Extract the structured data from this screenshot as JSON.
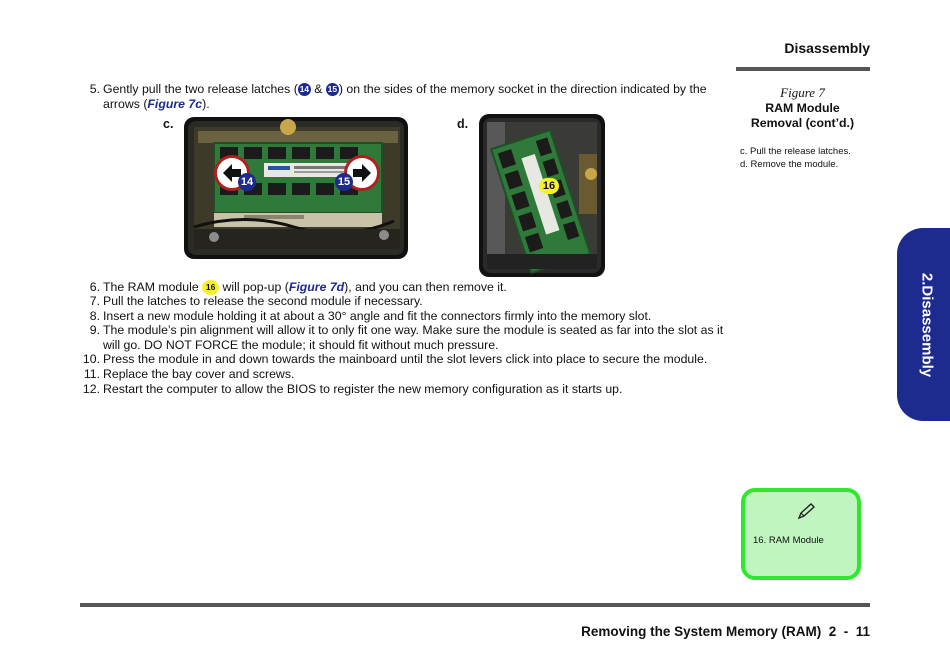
{
  "header": {
    "title": "Disassembly"
  },
  "side_tab": {
    "label": "2.Disassembly"
  },
  "colors": {
    "accent_blue": "#1d2a8e",
    "highlight_yellow": "#f6f226",
    "note_green": "#2ee82e",
    "note_fill": "#c0f5c0",
    "rule_gray": "#555555"
  },
  "steps": {
    "s5": {
      "num": "5.",
      "line1_a": "Gently pull the two release latches (",
      "badge_a": "14",
      "amp": " & ",
      "badge_b": "15",
      "line1_b": ") on the sides of the memory socket in the direction indicated by the",
      "line2_a": "arrows (",
      "line2_ref": "Figure 7c",
      "line2_b": ")."
    },
    "s6": {
      "num": "6.",
      "a": "The RAM module ",
      "badge": "16",
      "b": " will pop-up (",
      "ref": "Figure 7d",
      "c": "), and you can then remove it."
    },
    "s7": {
      "num": "7.",
      "text": "Pull the latches to release the second module if necessary."
    },
    "s8": {
      "num": "8.",
      "text": "Insert a new module holding it at about a 30° angle and fit the connectors firmly into the memory slot."
    },
    "s9": {
      "num": "9.",
      "line1": "The module’s pin alignment will allow it to only fit one way. Make sure the module is seated as far into the slot as it",
      "line2": "will go. DO NOT FORCE the module; it should fit without much pressure."
    },
    "s10": {
      "num": "10.",
      "text": "Press the module in and down towards the mainboard until the slot levers click into place to secure the module."
    },
    "s11": {
      "num": "11.",
      "text": "Replace the bay cover and screws."
    },
    "s12": {
      "num": "12.",
      "text": "Restart the computer to allow the BIOS to register the new memory configuration as it starts up."
    }
  },
  "figures": {
    "c": {
      "label": "c.",
      "badge_left": "14",
      "badge_right": "15"
    },
    "d": {
      "label": "d.",
      "badge": "16"
    }
  },
  "caption": {
    "figure": "Figure 7",
    "title_line1": "RAM Module",
    "title_line2": "Removal (cont’d.)",
    "note_c": "c. Pull the release latches.",
    "note_d": "d. Remove the module."
  },
  "note_box": {
    "icon": "pencil-icon",
    "text": "16. RAM Module"
  },
  "footer": {
    "title": "Removing the System Memory (RAM)",
    "page": "2  -  11"
  }
}
